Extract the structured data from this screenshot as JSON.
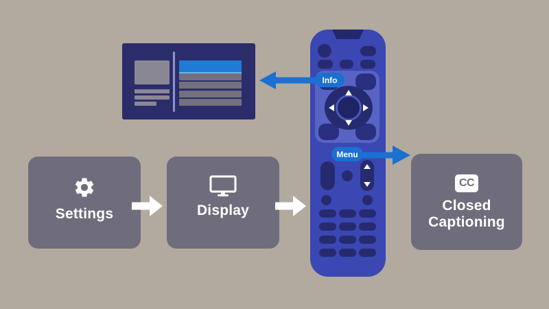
{
  "remote": {
    "info_button_label": "Info",
    "menu_button_label": "Menu"
  },
  "flow_steps": [
    {
      "label": "Settings",
      "icon": "gear-icon"
    },
    {
      "label": "Display",
      "icon": "monitor-icon"
    },
    {
      "label_line1": "Closed",
      "label_line2": "Captioning",
      "icon": "cc-badge-icon",
      "badge_text": "CC"
    }
  ],
  "colors": {
    "bg": "#b2a99f",
    "boxGray": "#6f6c7c",
    "tvNavy": "#2b2d6a",
    "tvGray": "#8a8795",
    "tvRowGray": "#73707f",
    "highlightBlue": "#1f7bd6",
    "highlightEdge": "#6fb1e8",
    "dividerBlue": "#8b96c6",
    "remoteBlue": "#3b47b2",
    "remotePanel": "#5864c4",
    "remoteDark": "#262b70",
    "remoteDarker": "#1f2464",
    "cornerNavy": "#2a2f80",
    "ringBlue": "#4d59bd",
    "notchNavy": "#23276b",
    "accentBlue": "#1b70d1",
    "arrowWhite": "#ffffff"
  }
}
